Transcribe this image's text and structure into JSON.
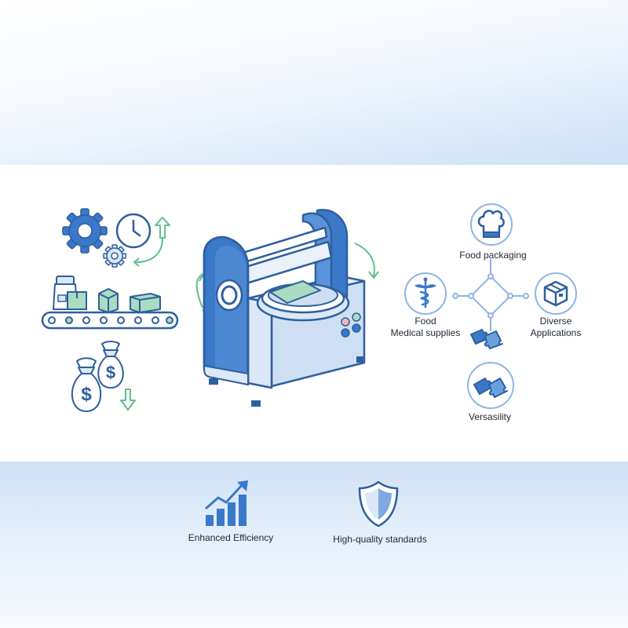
{
  "labels": {
    "food_packaging": "Food packaging",
    "food": "Food",
    "medical_supplies": "Medical supplies",
    "diverse": "Diverse",
    "applications": "Applications",
    "versatility": "Versasility",
    "enhanced_efficiency": "Enhanced Efficiency",
    "high_quality": "High-quality standards"
  },
  "icons": {
    "money_bag_symbol": "$"
  },
  "colors": {
    "primary_blue": "#3a78c9",
    "light_blue": "#dbe8f7",
    "outline": "#2f5f9e",
    "green": "#8fd6ae",
    "green_stroke": "#5fbf8b"
  }
}
